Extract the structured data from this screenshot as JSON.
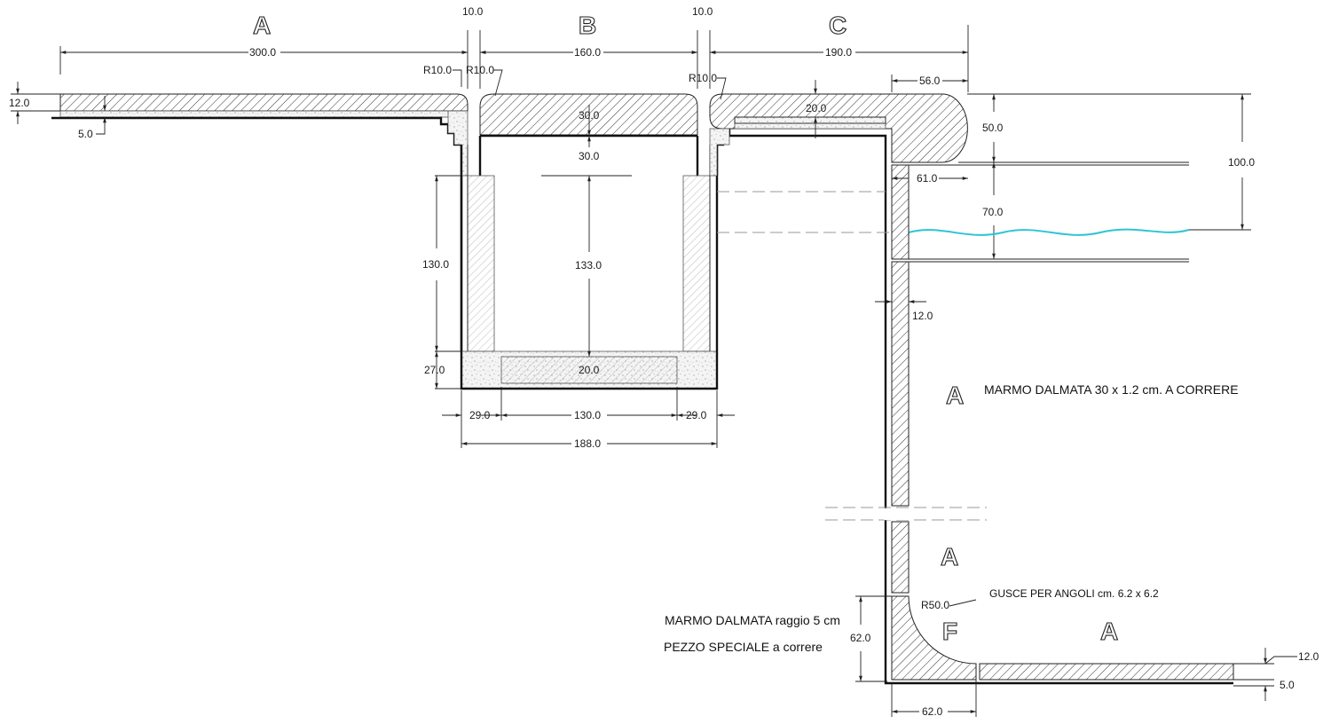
{
  "sections": {
    "a": "A",
    "b": "B",
    "c": "C",
    "f": "F"
  },
  "dimensions": {
    "top_a": "300.0",
    "top_gap_1": "10.0",
    "top_b": "160.0",
    "top_gap_2": "10.0",
    "top_c": "190.0",
    "left_thickness": "12.0",
    "left_bed": "5.0",
    "radius_a": "R10.0",
    "radius_b": "R10.0",
    "radius_c": "R10.0",
    "grate_thickness": "30.0",
    "grate_depth": "30.0",
    "c_inset": "20.0",
    "nose_width": "56.0",
    "nose_height": "50.0",
    "total_height": "100.0",
    "water_level": "70.0",
    "wall_offset": "61.0",
    "channel_wall_height": "130.0",
    "channel_depth": "133.0",
    "channel_base": "27.0",
    "channel_floor": "20.0",
    "bottom_side_left": "29.0",
    "bottom_inner": "130.0",
    "bottom_side_right": "29.0",
    "bottom_total": "188.0",
    "wall_thickness": "12.0",
    "cove_radius": "R50.0",
    "cove_height": "62.0",
    "cove_width": "62.0",
    "floor_thickness": "12.0",
    "floor_bed": "5.0"
  },
  "notes": {
    "marble_a": "MARMO DALMATA 30 x 1.2 cm. A CORRERE",
    "cove_pieces": "GUSCE PER ANGOLI cm. 6.2 x 6.2",
    "marble_f_line1": "MARMO DALMATA raggio 5 cm",
    "marble_f_line2": "PEZZO SPECIALE a correre"
  },
  "colors": {
    "line": "#111111",
    "water": "#2ec4d6",
    "dashed": "#9a9a9a"
  }
}
